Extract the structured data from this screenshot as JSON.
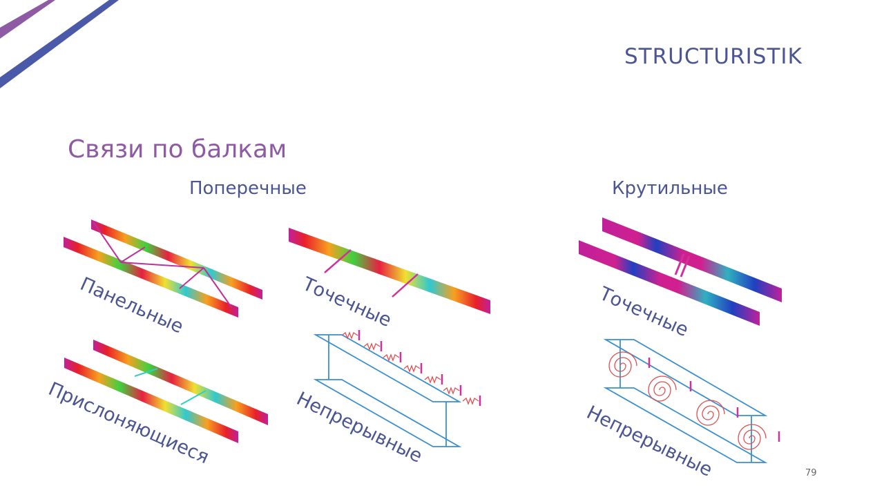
{
  "logo": "STRUCTURISTIK",
  "title": "Связи по балкам",
  "sections": {
    "transverse": {
      "heading": "Поперечные",
      "items": [
        "Панельные",
        "Точечные",
        "Прислоняющиеся",
        "Непрерывные"
      ]
    },
    "torsional": {
      "heading": "Крутильные",
      "items": [
        "Точечные",
        "Непрерывные"
      ]
    }
  },
  "page_number": "79",
  "colors": {
    "purple": "#8d5aa3",
    "blue": "#4b5593",
    "stripe_blue": "#4b5aa8",
    "brace": "#d0309a",
    "frame": "#3a8fd0",
    "spring": "#e05050"
  }
}
